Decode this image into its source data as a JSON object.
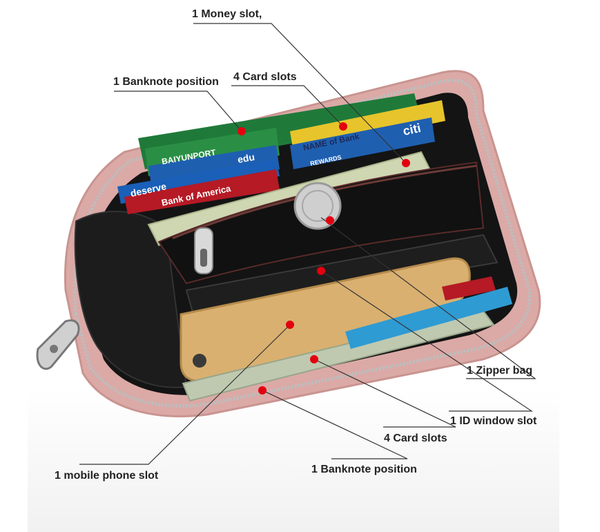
{
  "callouts": {
    "money_slot": "1 Money slot,",
    "banknote_top": "1 Banknote position",
    "card_slots_top": "4 Card slots",
    "zipper_bag": "1 Zipper bag",
    "id_window": "1 ID window slot",
    "card_slots_bottom": "4 Card slots",
    "mobile_phone": "1 mobile phone slot",
    "banknote_bottom": "1 Banknote position"
  },
  "card_prints": {
    "baiyun": "BAIYUNPORT",
    "edu": "edu",
    "deserve": "deserve",
    "boa": "Bank of America",
    "bank_card": "NAME of Bank",
    "citi": "citi",
    "rewards": "REWARDS"
  },
  "colors": {
    "wallet_pink": "#dba9a6",
    "lining_black": "#141414",
    "marker_red": "#e3000f",
    "phone_gold": "#d9b070",
    "card_green": "#1f7a3a",
    "card_blue": "#1f5fb0",
    "card_red": "#b51a25"
  }
}
